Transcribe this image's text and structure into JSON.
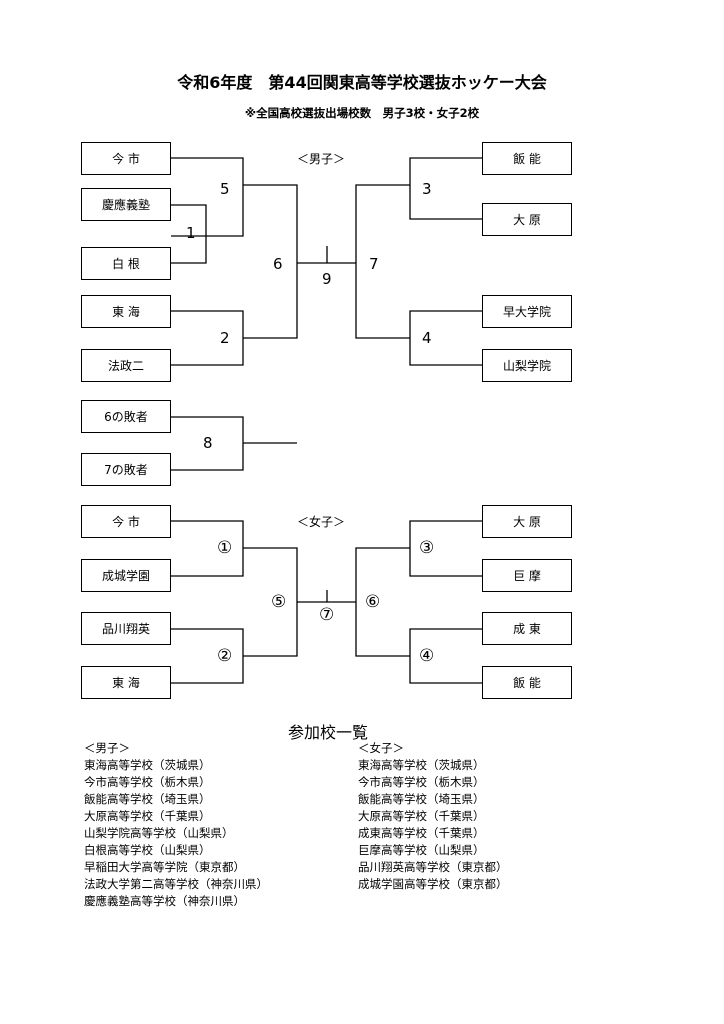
{
  "title": "令和6年度　第44回関東高等学校選抜ホッケー大会",
  "subtitle": "※全国高校選抜出場校数　男子3校・女子2校",
  "boys": {
    "section_label": "＜男子＞",
    "left_teams": [
      "今 市",
      "慶應義塾",
      "白 根",
      "東 海",
      "法政二"
    ],
    "right_teams": [
      "飯 能",
      "大 原",
      "早大学院",
      "山梨学院"
    ],
    "consolation_teams": [
      "6の敗者",
      "7の敗者"
    ],
    "match_numbers": [
      "1",
      "2",
      "3",
      "4",
      "5",
      "6",
      "7",
      "8",
      "9"
    ]
  },
  "girls": {
    "section_label": "＜女子＞",
    "left_teams": [
      "今 市",
      "成城学園",
      "品川翔英",
      "東 海"
    ],
    "right_teams": [
      "大 原",
      "巨 摩",
      "成 東",
      "飯 能"
    ],
    "match_numbers": [
      "①",
      "②",
      "③",
      "④",
      "⑤",
      "⑥",
      "⑦"
    ]
  },
  "participants": {
    "heading": "参加校一覧",
    "boys_label": "＜男子＞",
    "boys": [
      "東海高等学校（茨城県）",
      "今市高等学校（栃木県）",
      "飯能高等学校（埼玉県）",
      "大原高等学校（千葉県）",
      "山梨学院高等学校（山梨県）",
      "白根高等学校（山梨県）",
      "早稲田大学高等学院（東京都）",
      "法政大学第二高等学校（神奈川県）",
      "慶應義塾高等学校（神奈川県）"
    ],
    "girls_label": "＜女子＞",
    "girls": [
      "東海高等学校（茨城県）",
      "今市高等学校（栃木県）",
      "飯能高等学校（埼玉県）",
      "大原高等学校（千葉県）",
      "成東高等学校（千葉県）",
      "巨摩高等学校（山梨県）",
      "品川翔英高等学校（東京都）",
      "成城学園高等学校（東京都）"
    ]
  }
}
